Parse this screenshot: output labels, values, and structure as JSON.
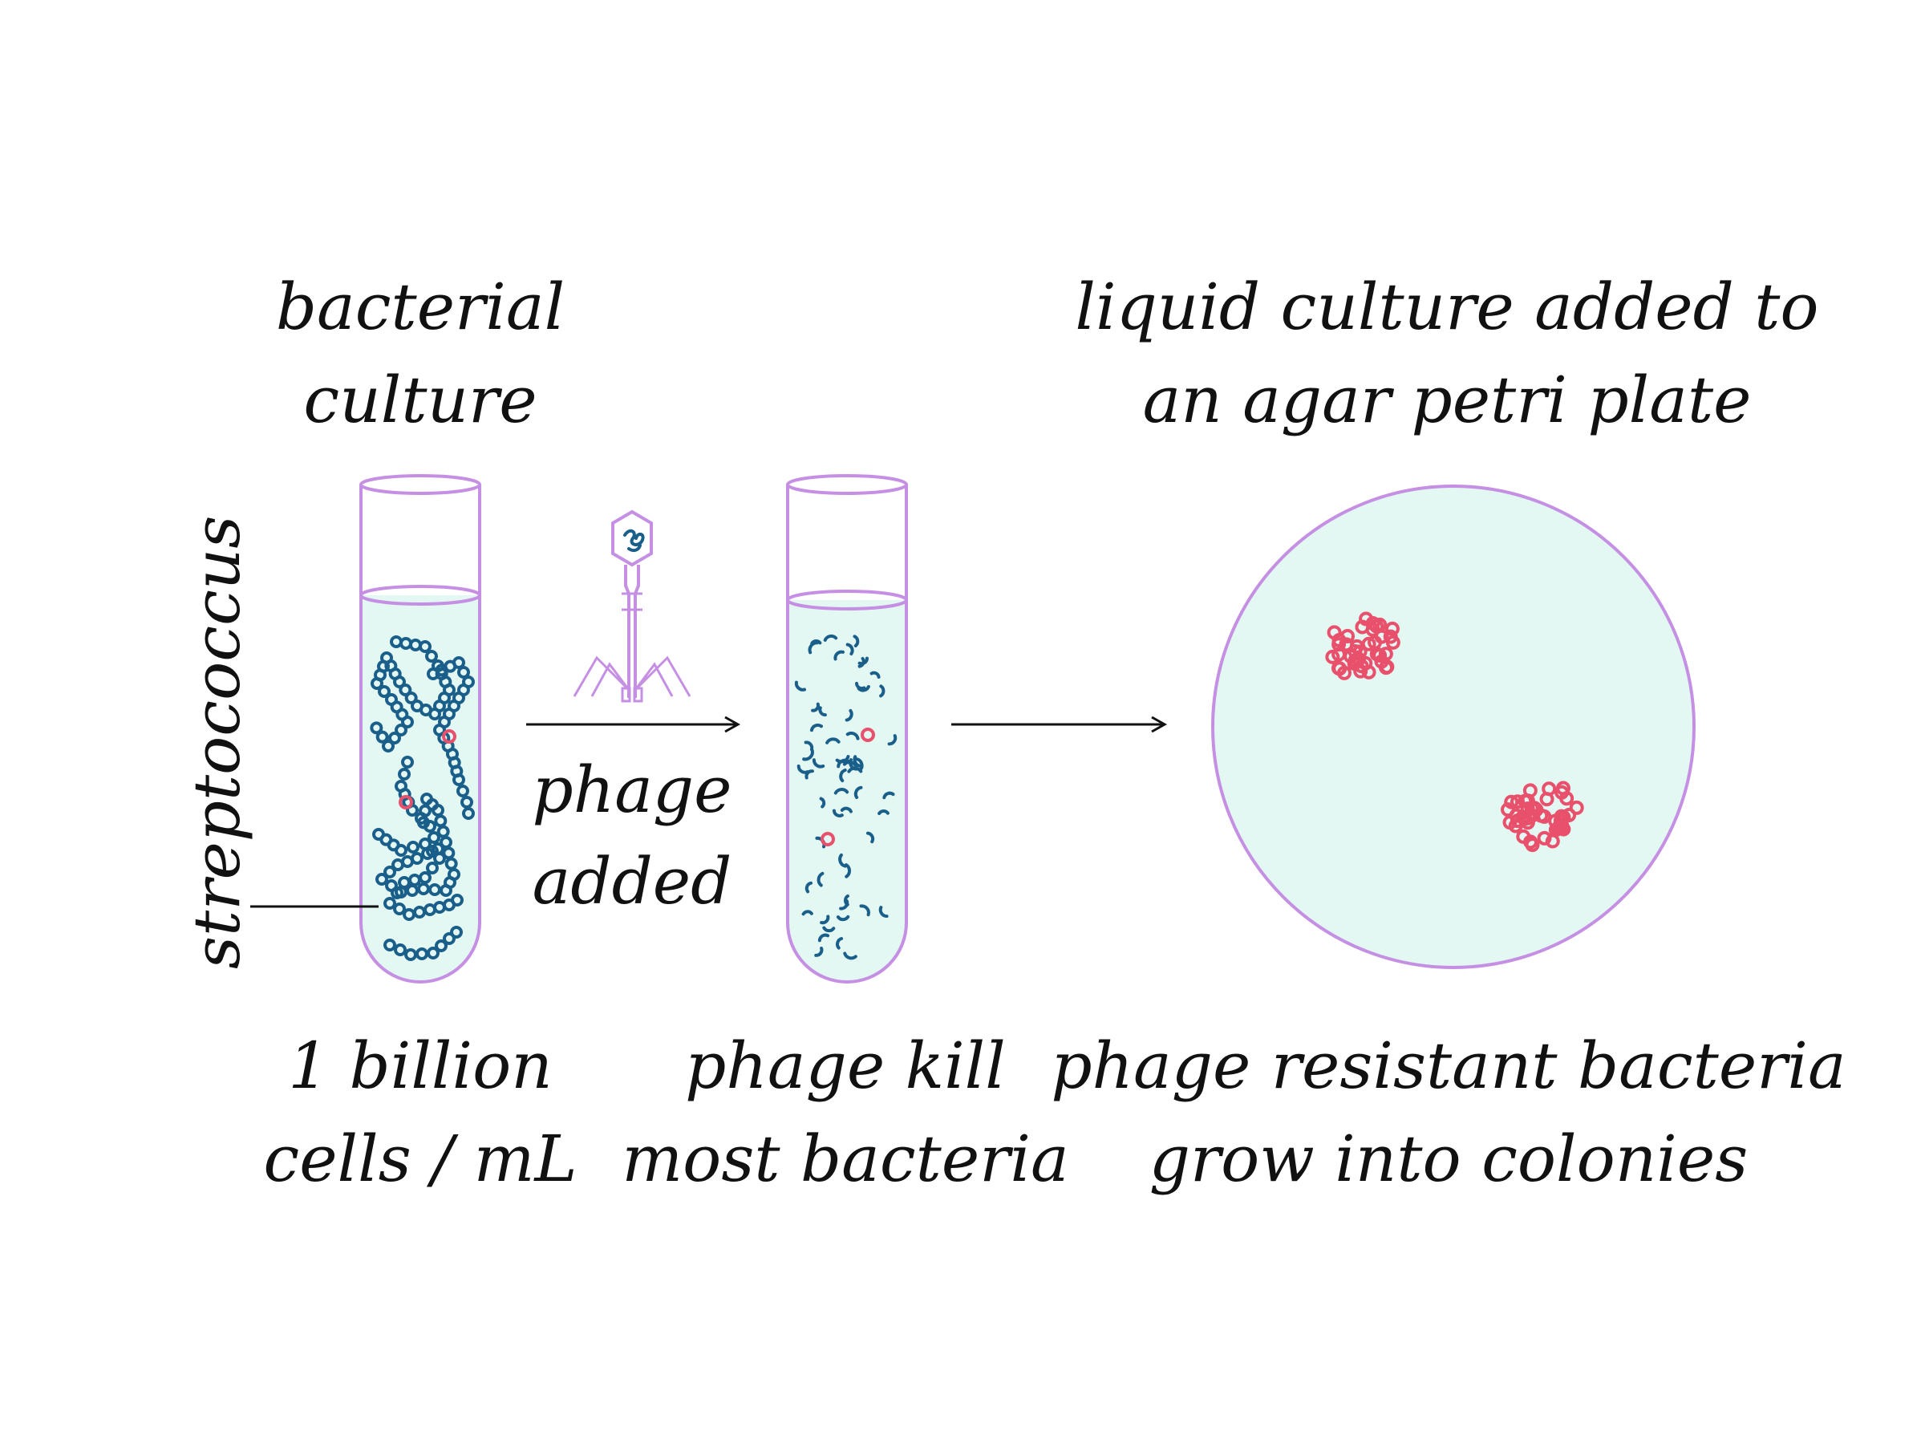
{
  "labels": {
    "culture_line1": "bacterial",
    "culture_line2": "culture",
    "streptococcus": "streptococcus",
    "arrow1_line1": "phage",
    "arrow1_line2": "added",
    "tube1_caption_line1": "1 billion",
    "tube1_caption_line2": "cells / mL",
    "tube2_caption_line1": "phage kill",
    "tube2_caption_line2": "most bacteria",
    "plate_title_line1": "liquid culture added to",
    "plate_title_line2": "an agar petri plate",
    "plate_caption_line1": "phage resistant bacteria",
    "plate_caption_line2": "grow into colonies"
  },
  "colors": {
    "ink": "#111111",
    "glass_outline": "#c58fe3",
    "liquid": "#e3f7f3",
    "sensitive_bacteria": "#1a5f8a",
    "resistant_bacteria": "#e8506b"
  },
  "icons": {
    "phage": "bacteriophage-icon"
  }
}
